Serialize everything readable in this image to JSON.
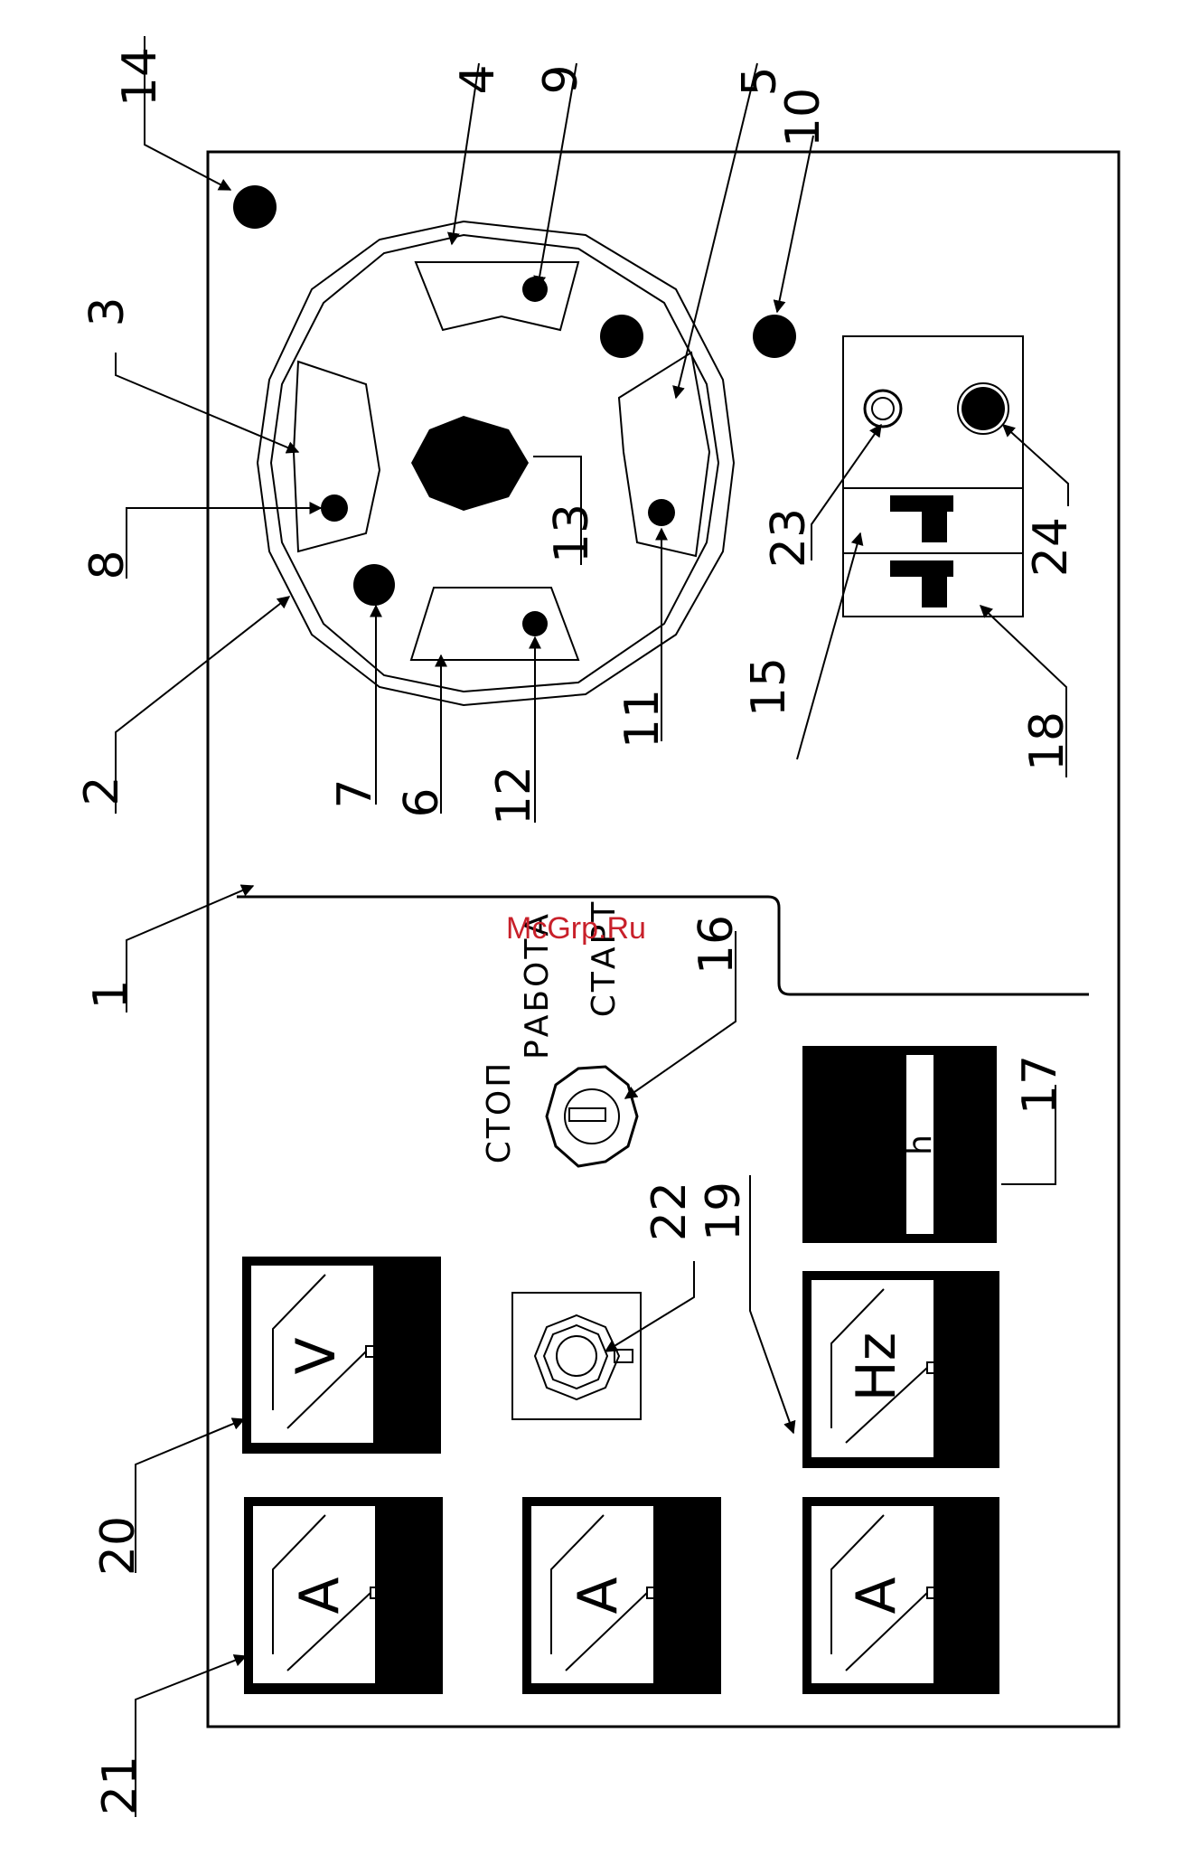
{
  "watermark": "McGrp.Ru",
  "switch_positions": {
    "stop": "СТОП",
    "run": "РАБОТА",
    "start": "СТАРТ"
  },
  "meter_units": {
    "voltmeter": "V",
    "ammeter_1": "A",
    "ammeter_2": "A",
    "ammeter_3": "A",
    "frequency_meter": "Hz",
    "hour_counter": "h"
  },
  "callouts": {
    "c1": "1",
    "c2": "2",
    "c3": "3",
    "c4": "4",
    "c5": "5",
    "c6": "6",
    "c7": "7",
    "c8": "8",
    "c9": "9",
    "c10": "10",
    "c11": "11",
    "c12": "12",
    "c13": "13",
    "c14": "14",
    "c15": "15",
    "c16": "16",
    "c17": "17",
    "c18": "18",
    "c19": "19",
    "c20": "20",
    "c21": "21",
    "c22": "22",
    "c23": "23",
    "c24": "24"
  },
  "colors": {
    "ink": "#000000",
    "paper": "#ffffff",
    "watermark": "#c8202a"
  }
}
